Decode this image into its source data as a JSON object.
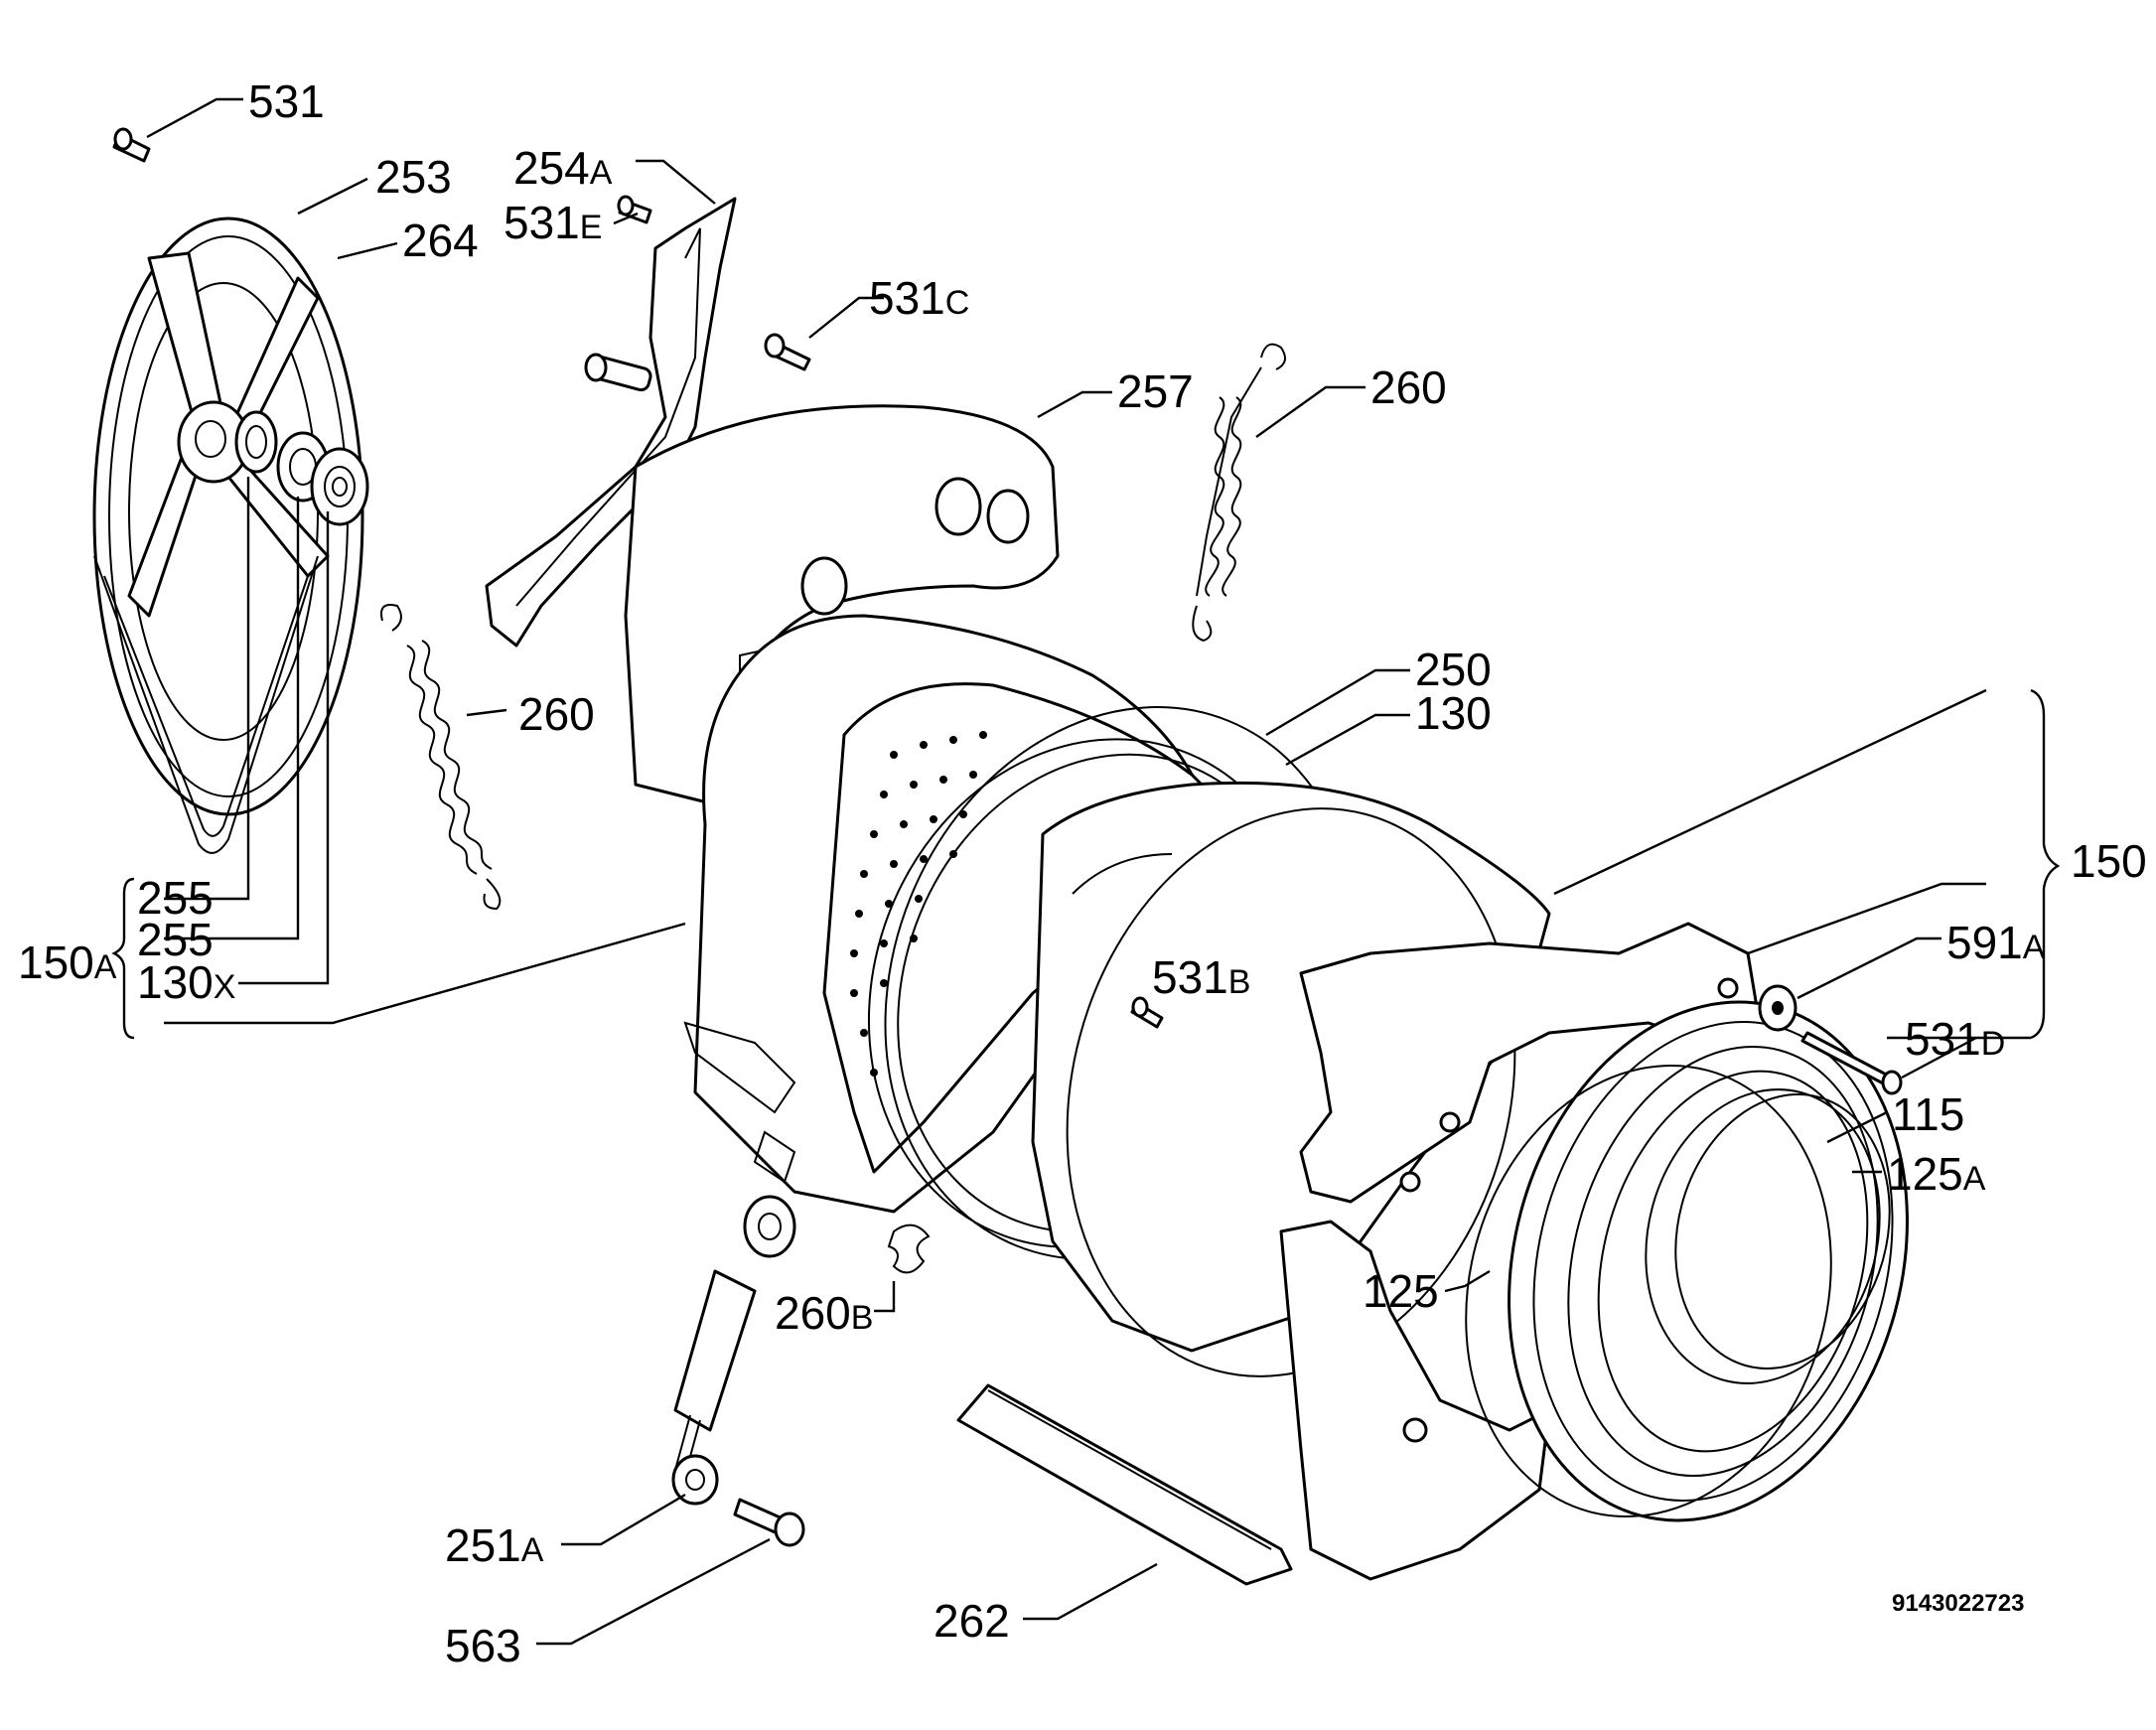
{
  "labels": {
    "p531": {
      "num": "531",
      "suffix": ""
    },
    "p253": {
      "num": "253",
      "suffix": ""
    },
    "p264": {
      "num": "264",
      "suffix": ""
    },
    "p254a": {
      "num": "254",
      "suffix": "A"
    },
    "p531e": {
      "num": "531",
      "suffix": "E"
    },
    "p531c": {
      "num": "531",
      "suffix": "C"
    },
    "p257": {
      "num": "257",
      "suffix": ""
    },
    "p260a": {
      "num": "260",
      "suffix": ""
    },
    "p260b": {
      "num": "260",
      "suffix": ""
    },
    "p250": {
      "num": "250",
      "suffix": ""
    },
    "p130": {
      "num": "130",
      "suffix": ""
    },
    "p150": {
      "num": "150",
      "suffix": ""
    },
    "p255a": {
      "num": "255",
      "suffix": ""
    },
    "p255b": {
      "num": "255",
      "suffix": ""
    },
    "p150a": {
      "num": "150",
      "suffix": "A"
    },
    "p130x": {
      "num": "130",
      "suffix": "X"
    },
    "p531b": {
      "num": "531",
      "suffix": "B"
    },
    "p591a": {
      "num": "591",
      "suffix": "A"
    },
    "p531d": {
      "num": "531",
      "suffix": "D"
    },
    "p115": {
      "num": "115",
      "suffix": ""
    },
    "p125a": {
      "num": "125",
      "suffix": "A"
    },
    "p125": {
      "num": "125",
      "suffix": ""
    },
    "p260bb": {
      "num": "260",
      "suffix": "B"
    },
    "p251a": {
      "num": "251",
      "suffix": "A"
    },
    "p563": {
      "num": "563",
      "suffix": ""
    },
    "p262": {
      "num": "262",
      "suffix": ""
    }
  },
  "drawing_code": "9143022723"
}
